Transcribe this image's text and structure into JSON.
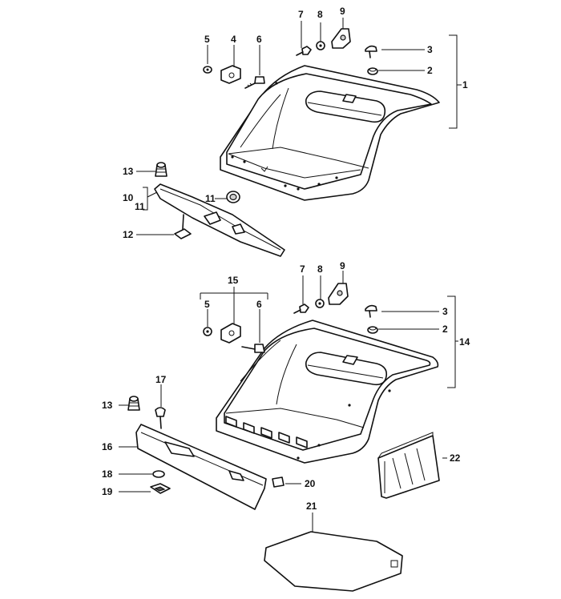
{
  "diagram": {
    "callouts": {
      "c1": "1",
      "c2": "2",
      "c3": "3",
      "c4": "4",
      "c5": "5",
      "c6": "6",
      "c7": "7",
      "c8": "8",
      "c9": "9",
      "c10": "10",
      "c11": "11",
      "c11b": "11",
      "c12": "12",
      "c13": "13",
      "c5b": "5",
      "c6b": "6",
      "c7b": "7",
      "c8b": "8",
      "c9b": "9",
      "c2b": "2",
      "c3b": "3",
      "c14": "14",
      "c15": "15",
      "c13b": "13",
      "c16": "16",
      "c17": "17",
      "c18": "18",
      "c19": "19",
      "c20": "20",
      "c21": "21",
      "c22": "22"
    }
  }
}
